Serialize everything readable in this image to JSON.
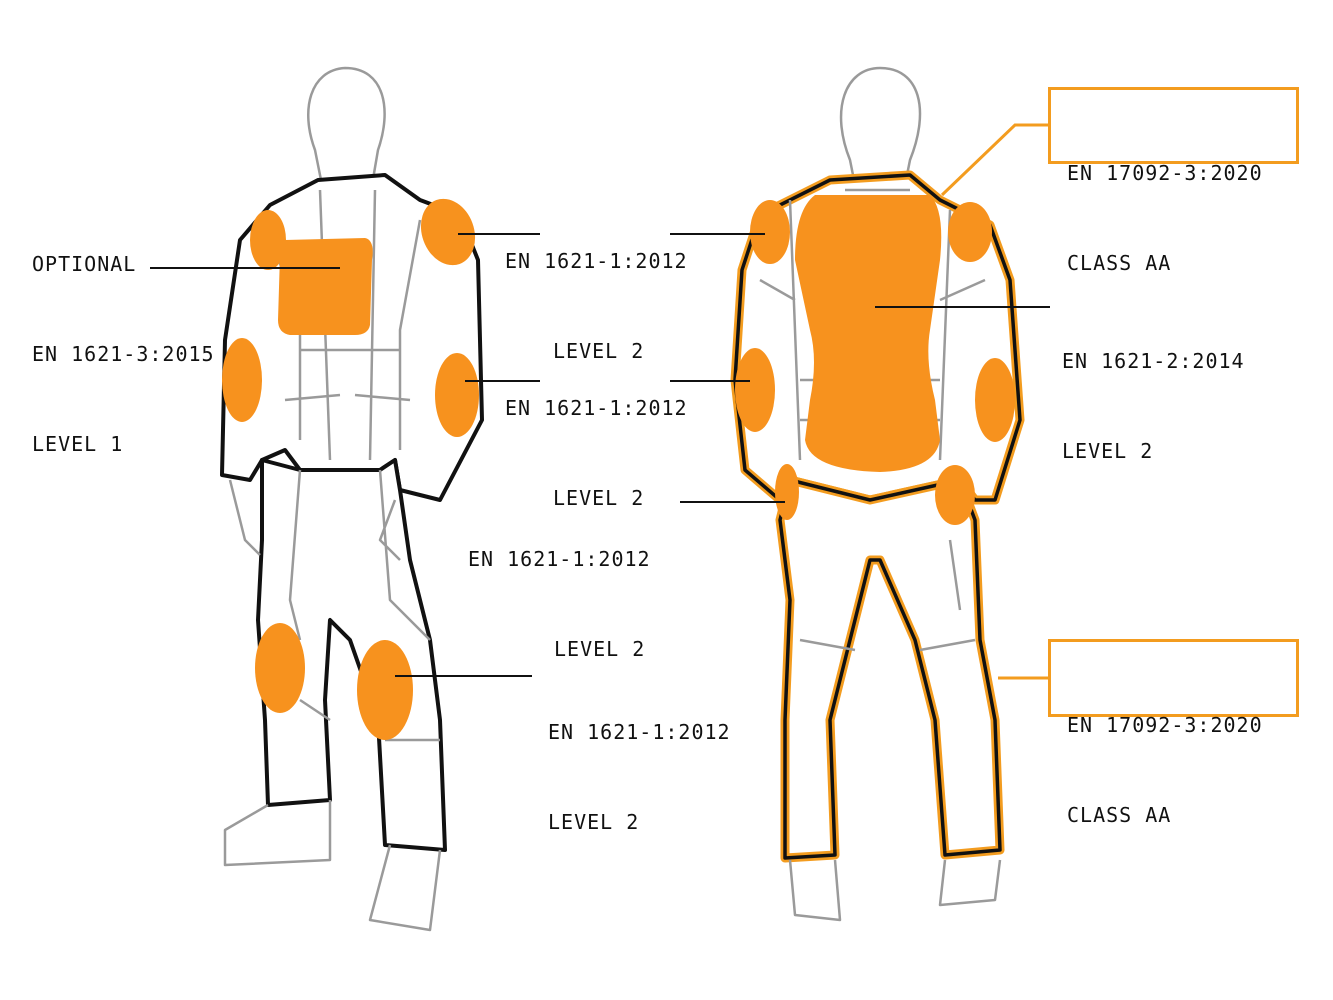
{
  "colors": {
    "protector": "#f7921e",
    "outline": "#111111",
    "seam": "#9a9a9a",
    "highlight": "#f39c1f"
  },
  "front_labels": {
    "chest": {
      "line1": "OPTIONAL",
      "line2": "EN 1621-3:2015",
      "line3": "LEVEL 1"
    },
    "shoulder": {
      "line1": "EN 1621-1:2012",
      "line2": "LEVEL 2"
    },
    "elbow": {
      "line1": "EN 1621-1:2012",
      "line2": "LEVEL 2"
    },
    "hip": {
      "line1": "EN 1621-1:2012",
      "line2": "LEVEL 2"
    },
    "knee": {
      "line1": "EN 1621-1:2012",
      "line2": "LEVEL 2"
    }
  },
  "back_labels": {
    "back": {
      "line1": "EN 1621-2:2014",
      "line2": "LEVEL 2"
    },
    "jacket_class": {
      "line1": "EN 17092-3:2020",
      "line2": "CLASS AA"
    },
    "pants_class": {
      "line1": "EN 17092-3:2020",
      "line2": "CLASS AA"
    }
  }
}
